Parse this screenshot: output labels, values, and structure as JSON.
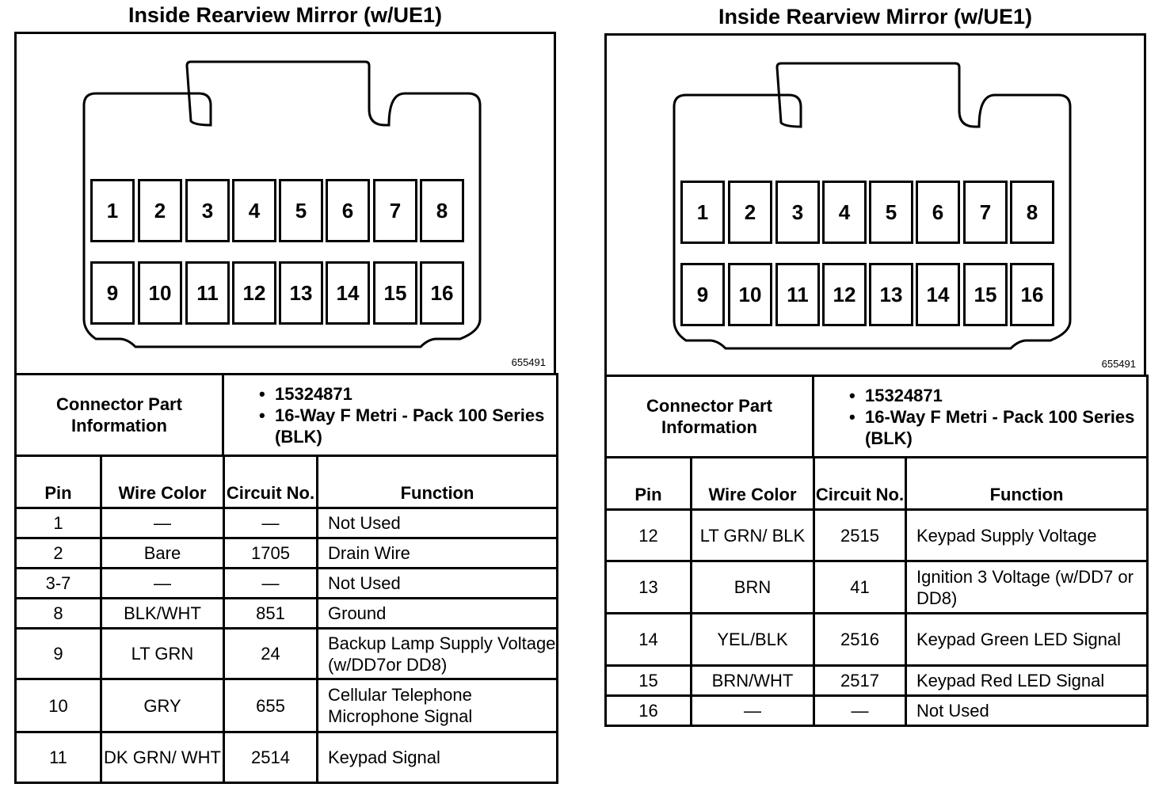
{
  "panels": [
    {
      "title": "Inside Rearview Mirror (w/UE1)",
      "figure_id": "655491",
      "pins_top": [
        "1",
        "2",
        "3",
        "4",
        "5",
        "6",
        "7",
        "8"
      ],
      "pins_bottom": [
        "9",
        "10",
        "11",
        "12",
        "13",
        "14",
        "15",
        "16"
      ],
      "info_label": "Connector Part Information",
      "info_items": [
        "15324871",
        "16-Way F Metri - Pack 100 Series (BLK)"
      ],
      "headers": {
        "pin": "Pin",
        "wire_color": "Wire Color",
        "circuit": "Circuit No.",
        "function": "Function"
      },
      "rows": [
        {
          "pin": "1",
          "color": "—",
          "circuit": "—",
          "function": "Not Used"
        },
        {
          "pin": "2",
          "color": "Bare",
          "circuit": "1705",
          "function": "Drain Wire"
        },
        {
          "pin": "3-7",
          "color": "—",
          "circuit": "—",
          "function": "Not Used"
        },
        {
          "pin": "8",
          "color": "BLK/WHT",
          "circuit": "851",
          "function": "Ground"
        },
        {
          "pin": "9",
          "color": "LT GRN",
          "circuit": "24",
          "function": "Backup Lamp Supply Voltage (w/DD7or DD8)"
        },
        {
          "pin": "10",
          "color": "GRY",
          "circuit": "655",
          "function": "Cellular Telephone Microphone Signal"
        },
        {
          "pin": "11",
          "color": "DK GRN/ WHT",
          "circuit": "2514",
          "function": "Keypad Signal"
        }
      ]
    },
    {
      "title": "Inside Rearview Mirror (w/UE1)",
      "figure_id": "655491",
      "pins_top": [
        "1",
        "2",
        "3",
        "4",
        "5",
        "6",
        "7",
        "8"
      ],
      "pins_bottom": [
        "9",
        "10",
        "11",
        "12",
        "13",
        "14",
        "15",
        "16"
      ],
      "info_label": "Connector Part Information",
      "info_items": [
        "15324871",
        "16-Way F Metri - Pack 100 Series (BLK)"
      ],
      "headers": {
        "pin": "Pin",
        "wire_color": "Wire Color",
        "circuit": "Circuit No.",
        "function": "Function"
      },
      "rows": [
        {
          "pin": "12",
          "color": "LT GRN/ BLK",
          "circuit": "2515",
          "function": "Keypad Supply Voltage"
        },
        {
          "pin": "13",
          "color": "BRN",
          "circuit": "41",
          "function": "Ignition 3 Voltage (w/DD7 or DD8)"
        },
        {
          "pin": "14",
          "color": "YEL/BLK",
          "circuit": "2516",
          "function": "Keypad Green LED Signal"
        },
        {
          "pin": "15",
          "color": "BRN/WHT",
          "circuit": "2517",
          "function": "Keypad Red LED Signal"
        },
        {
          "pin": "16",
          "color": "—",
          "circuit": "—",
          "function": "Not Used"
        }
      ]
    }
  ]
}
